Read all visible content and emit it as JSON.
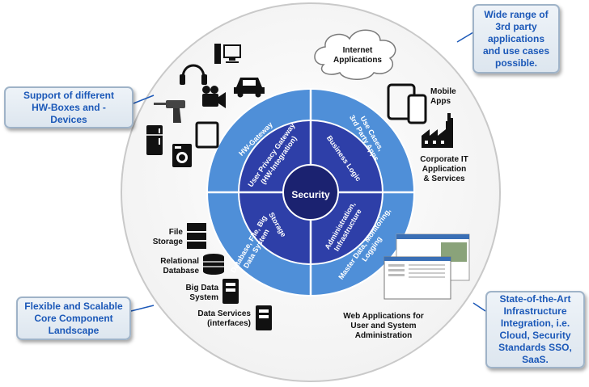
{
  "center": {
    "label": "Security"
  },
  "inner_ring": {
    "top_left": "User Privacy Gateway\n(HW-Integration)",
    "top_right": "Business Logic",
    "bottom_left": "Storage",
    "bottom_right": "Administration,\nInfrastructure"
  },
  "outer_ring": {
    "top_left": "HW-Gateway",
    "top_right": "Use Cases,\n3rd Party Apps",
    "bottom_left": "Database, File, Big\nData System",
    "bottom_right": "Master Data, Monitoring,\nLogging"
  },
  "callouts": {
    "third_party": "Wide range of\n3rd party\napplications\nand use cases\npossible.",
    "hw_boxes": "Support of different\nHW-Boxes and -\nDevices",
    "core": "Flexible and Scalable\nCore Component\nLandscape",
    "infra": "State-of-the-Art\nInfrastructure\nIntegration, i.e.\nCloud, Security\nStandards SSO,\nSaaS."
  },
  "cloud": {
    "label": "Internet\nApplications"
  },
  "labels": {
    "mobile_apps": "Mobile\nApps",
    "corporate_it": "Corporate IT\nApplication\n& Services",
    "file_storage": "File\nStorage",
    "relational_db": "Relational\nDatabase",
    "big_data": "Big Data\nSystem",
    "data_services": "Data Services\n(interfaces)",
    "web_apps": "Web Applications for\nUser and System\nAdministration"
  },
  "icons": [
    "monitor-icon",
    "headphones-icon",
    "car-icon",
    "drill-icon",
    "camera-icon",
    "fridge-icon",
    "tablet-icon",
    "washing-machine-icon",
    "mobile-devices-icon",
    "factory-icon",
    "database-icon",
    "server-icon",
    "web-screenshot-icon",
    "cloud-icon"
  ],
  "colors": {
    "outer_ring": "#4f8fd8",
    "inner_ring": "#2e3fa8",
    "center": "#1b2270",
    "callout_text": "#1b58b8",
    "callout_border": "#9fb3c8"
  }
}
